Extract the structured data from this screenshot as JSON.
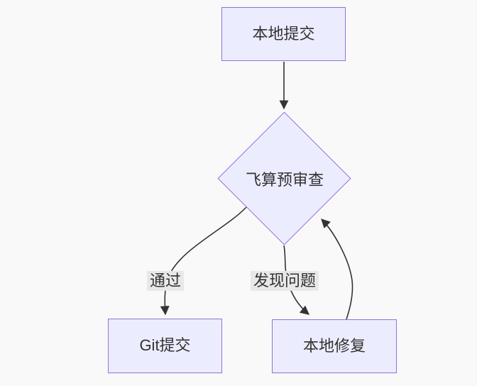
{
  "diagram": {
    "type": "flowchart",
    "background_color": "#f9f9f9",
    "node_fill_color": "#ECECFF",
    "node_border_color": "#9370DB",
    "text_color": "#333333",
    "edge_color": "#333333",
    "edge_label_bg_color": "#e8e8e8",
    "nodes": {
      "local_commit": {
        "label": "本地提交",
        "shape": "rect"
      },
      "pre_review": {
        "label": "飞算预审查",
        "shape": "diamond"
      },
      "git_commit": {
        "label": "Git提交",
        "shape": "rect"
      },
      "local_fix": {
        "label": "本地修复",
        "shape": "rect"
      }
    },
    "edges": [
      {
        "from": "local_commit",
        "to": "pre_review",
        "label": ""
      },
      {
        "from": "pre_review",
        "to": "git_commit",
        "label": "通过"
      },
      {
        "from": "pre_review",
        "to": "local_fix",
        "label": "发现问题"
      },
      {
        "from": "local_fix",
        "to": "pre_review",
        "label": ""
      }
    ]
  }
}
